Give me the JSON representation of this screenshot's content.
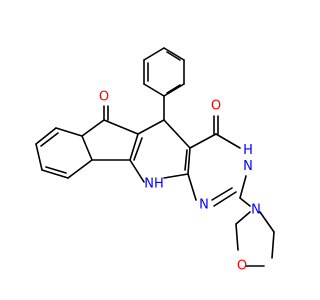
{
  "atoms": {
    "O_ketone": "O",
    "O_lactam": "O",
    "NH_ring": "NH",
    "N_pyrimidine": "N",
    "NH_lactam": "H\nN",
    "N_morpholine": "N",
    "O_morpholine": "O"
  },
  "colors": {
    "bond": "#000000",
    "oxygen": "#ff0000",
    "nitrogen": "#0000ff"
  }
}
